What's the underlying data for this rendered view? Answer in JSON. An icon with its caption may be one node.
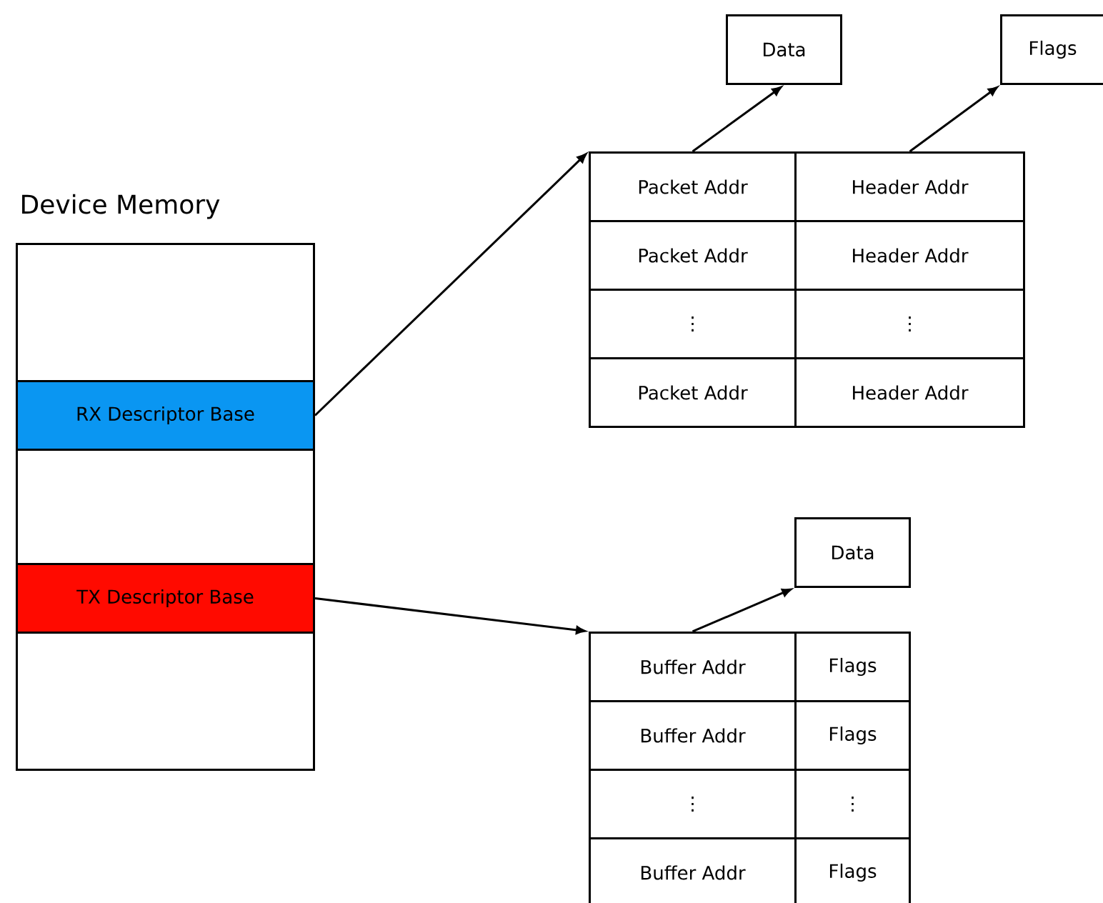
{
  "diagram": {
    "nodes": [
      {
        "text": [
          "Device Memory"
        ]
      },
      {
        "text": [
          "RX Descriptor Base"
        ],
        "in": 0
      },
      {
        "text": [
          "TX Descriptor Base"
        ],
        "in": 0
      },
      {
        "text": [
          "Packet Addr"
        ]
      },
      {
        "text": [
          "Header Addr"
        ]
      },
      {
        "text": [
          "Packet Addr"
        ]
      },
      {
        "text": [
          "Header Addr"
        ]
      },
      {
        "text": [
          "⋮"
        ]
      },
      {
        "text": [
          "⋮"
        ]
      },
      {
        "text": [
          "Packet Addr"
        ]
      },
      {
        "text": [
          "Header Addr"
        ]
      },
      {
        "text": [
          "Data"
        ]
      },
      {
        "text": [
          "Flags"
        ]
      },
      {
        "text": [
          "Buffer Addr"
        ]
      },
      {
        "text": [
          "Flags"
        ]
      },
      {
        "text": [
          "Buffer Addr"
        ]
      },
      {
        "text": [
          "Flags"
        ]
      },
      {
        "text": [
          "⋮"
        ]
      },
      {
        "text": [
          "⋮"
        ]
      },
      {
        "text": [
          "Buffer Addr"
        ]
      },
      {
        "text": [
          "Flags"
        ]
      },
      {
        "text": [
          "Data"
        ]
      }
    ],
    "edges": [
      {
        "from": 1,
        "to": 3,
        "arrow": "to"
      },
      {
        "from": 3,
        "to": 11,
        "arrow": "to"
      },
      {
        "from": 4,
        "to": 12,
        "arrow": "to"
      },
      {
        "from": 2,
        "to": 13,
        "arrow": "to"
      },
      {
        "from": 13,
        "to": 21,
        "arrow": "to"
      }
    ]
  }
}
